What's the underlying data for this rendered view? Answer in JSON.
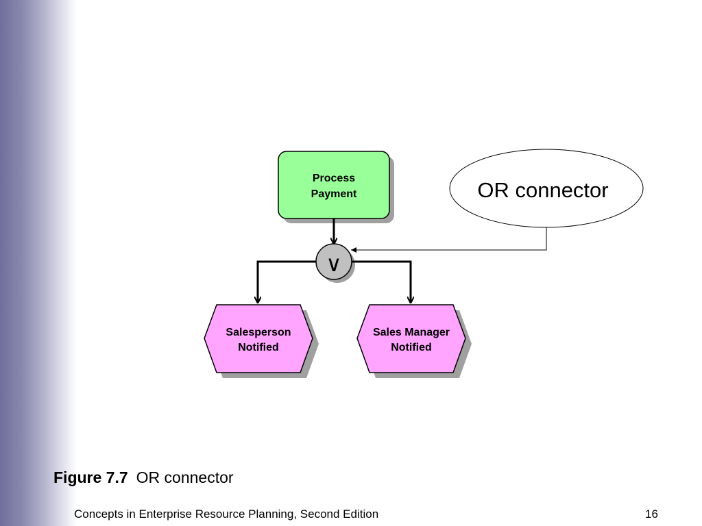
{
  "diagram": {
    "process": {
      "line1": "Process",
      "line2": "Payment",
      "fill": "#99ff99"
    },
    "connector": {
      "symbol": "∨",
      "fill": "#c0c0c0"
    },
    "event_left": {
      "line1": "Salesperson",
      "line2": "Notified",
      "fill": "#ffa5ff"
    },
    "event_right": {
      "line1": "Sales Manager",
      "line2": "Notified",
      "fill": "#ffa5ff"
    },
    "callout": {
      "label": "OR connector"
    }
  },
  "caption": {
    "figure_number": "Figure 7.7",
    "text": "OR connector"
  },
  "footer": {
    "title": "Concepts in Enterprise Resource Planning, Second Edition",
    "page": "16"
  }
}
